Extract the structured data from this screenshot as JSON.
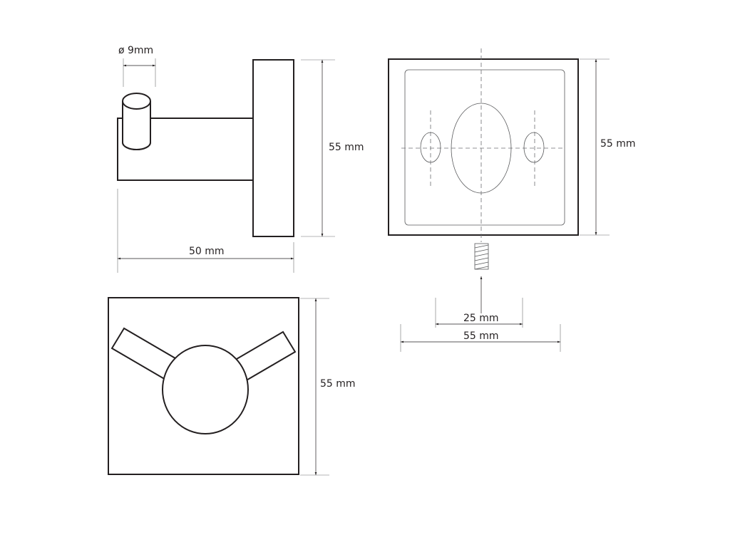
{
  "side_view": {
    "diameter_label": "ø 9mm",
    "height_label": "55 mm",
    "depth_label": "50 mm"
  },
  "back_view": {
    "height_label": "55 mm",
    "hole_spacing_label": "25 mm",
    "width_label": "55 mm"
  },
  "front_view": {
    "height_label": "55 mm"
  },
  "colors": {
    "line": "#231f20",
    "background": "#ffffff"
  }
}
